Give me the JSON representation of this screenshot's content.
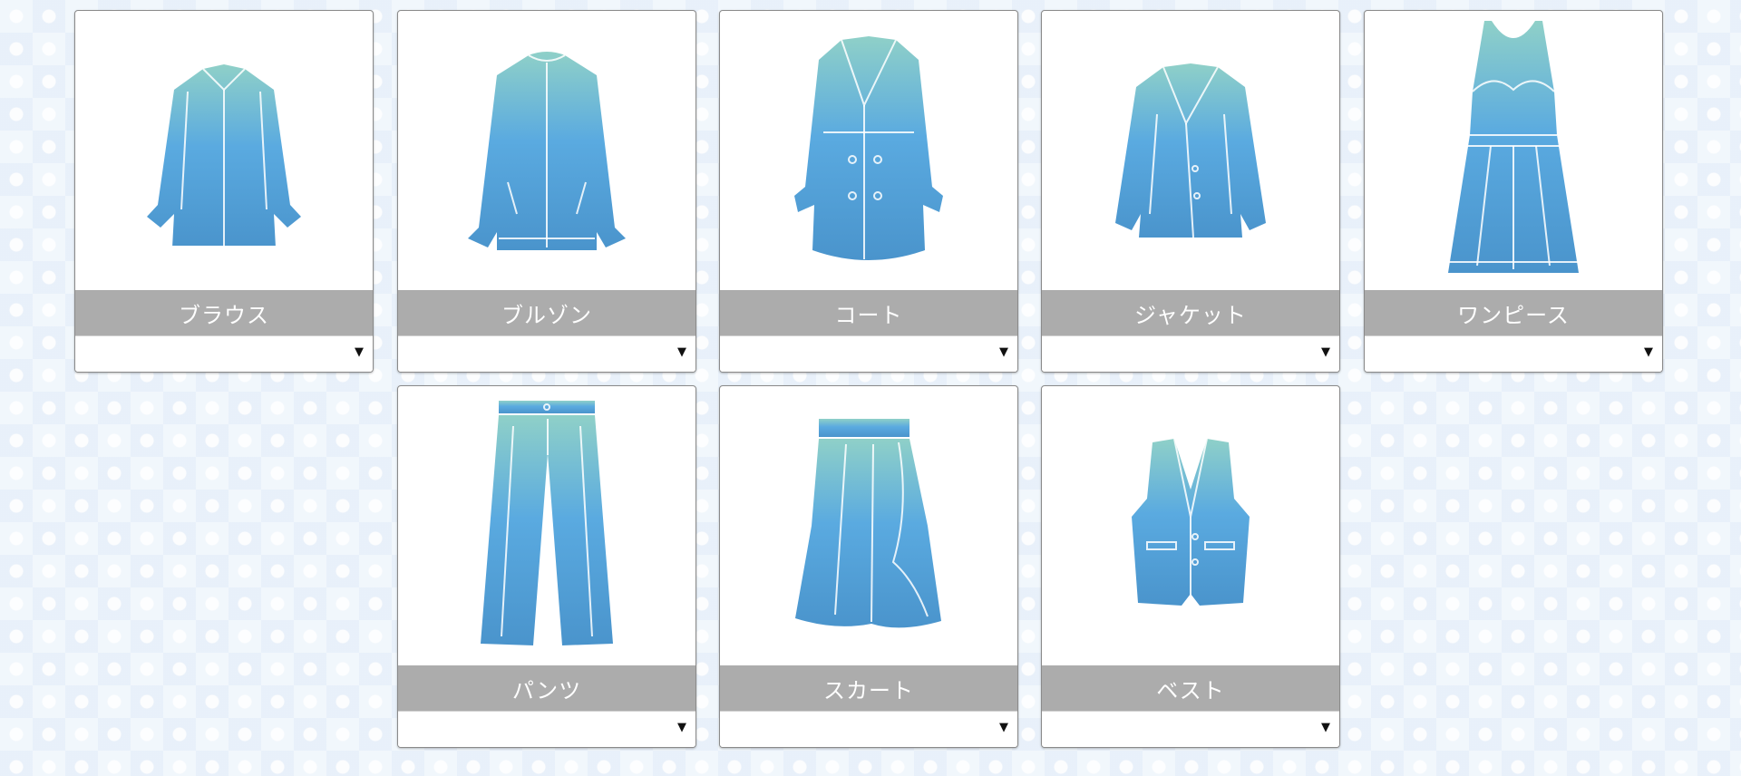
{
  "colors": {
    "gradient_top": "#8fd0c8",
    "gradient_mid": "#5aaae0",
    "gradient_bottom": "#4a94cc",
    "label_bg": "#acacac",
    "label_text": "#ffffff"
  },
  "items": [
    {
      "label": "ブラウス",
      "icon": "blouse-icon",
      "selected": ""
    },
    {
      "label": "ブルゾン",
      "icon": "blouson-icon",
      "selected": ""
    },
    {
      "label": "コート",
      "icon": "coat-icon",
      "selected": ""
    },
    {
      "label": "ジャケット",
      "icon": "jacket-icon",
      "selected": ""
    },
    {
      "label": "ワンピース",
      "icon": "dress-icon",
      "selected": ""
    },
    {
      "label": "パンツ",
      "icon": "pants-icon",
      "selected": ""
    },
    {
      "label": "スカート",
      "icon": "skirt-icon",
      "selected": ""
    },
    {
      "label": "ベスト",
      "icon": "vest-icon",
      "selected": ""
    }
  ],
  "dropdown_arrow": "▼"
}
